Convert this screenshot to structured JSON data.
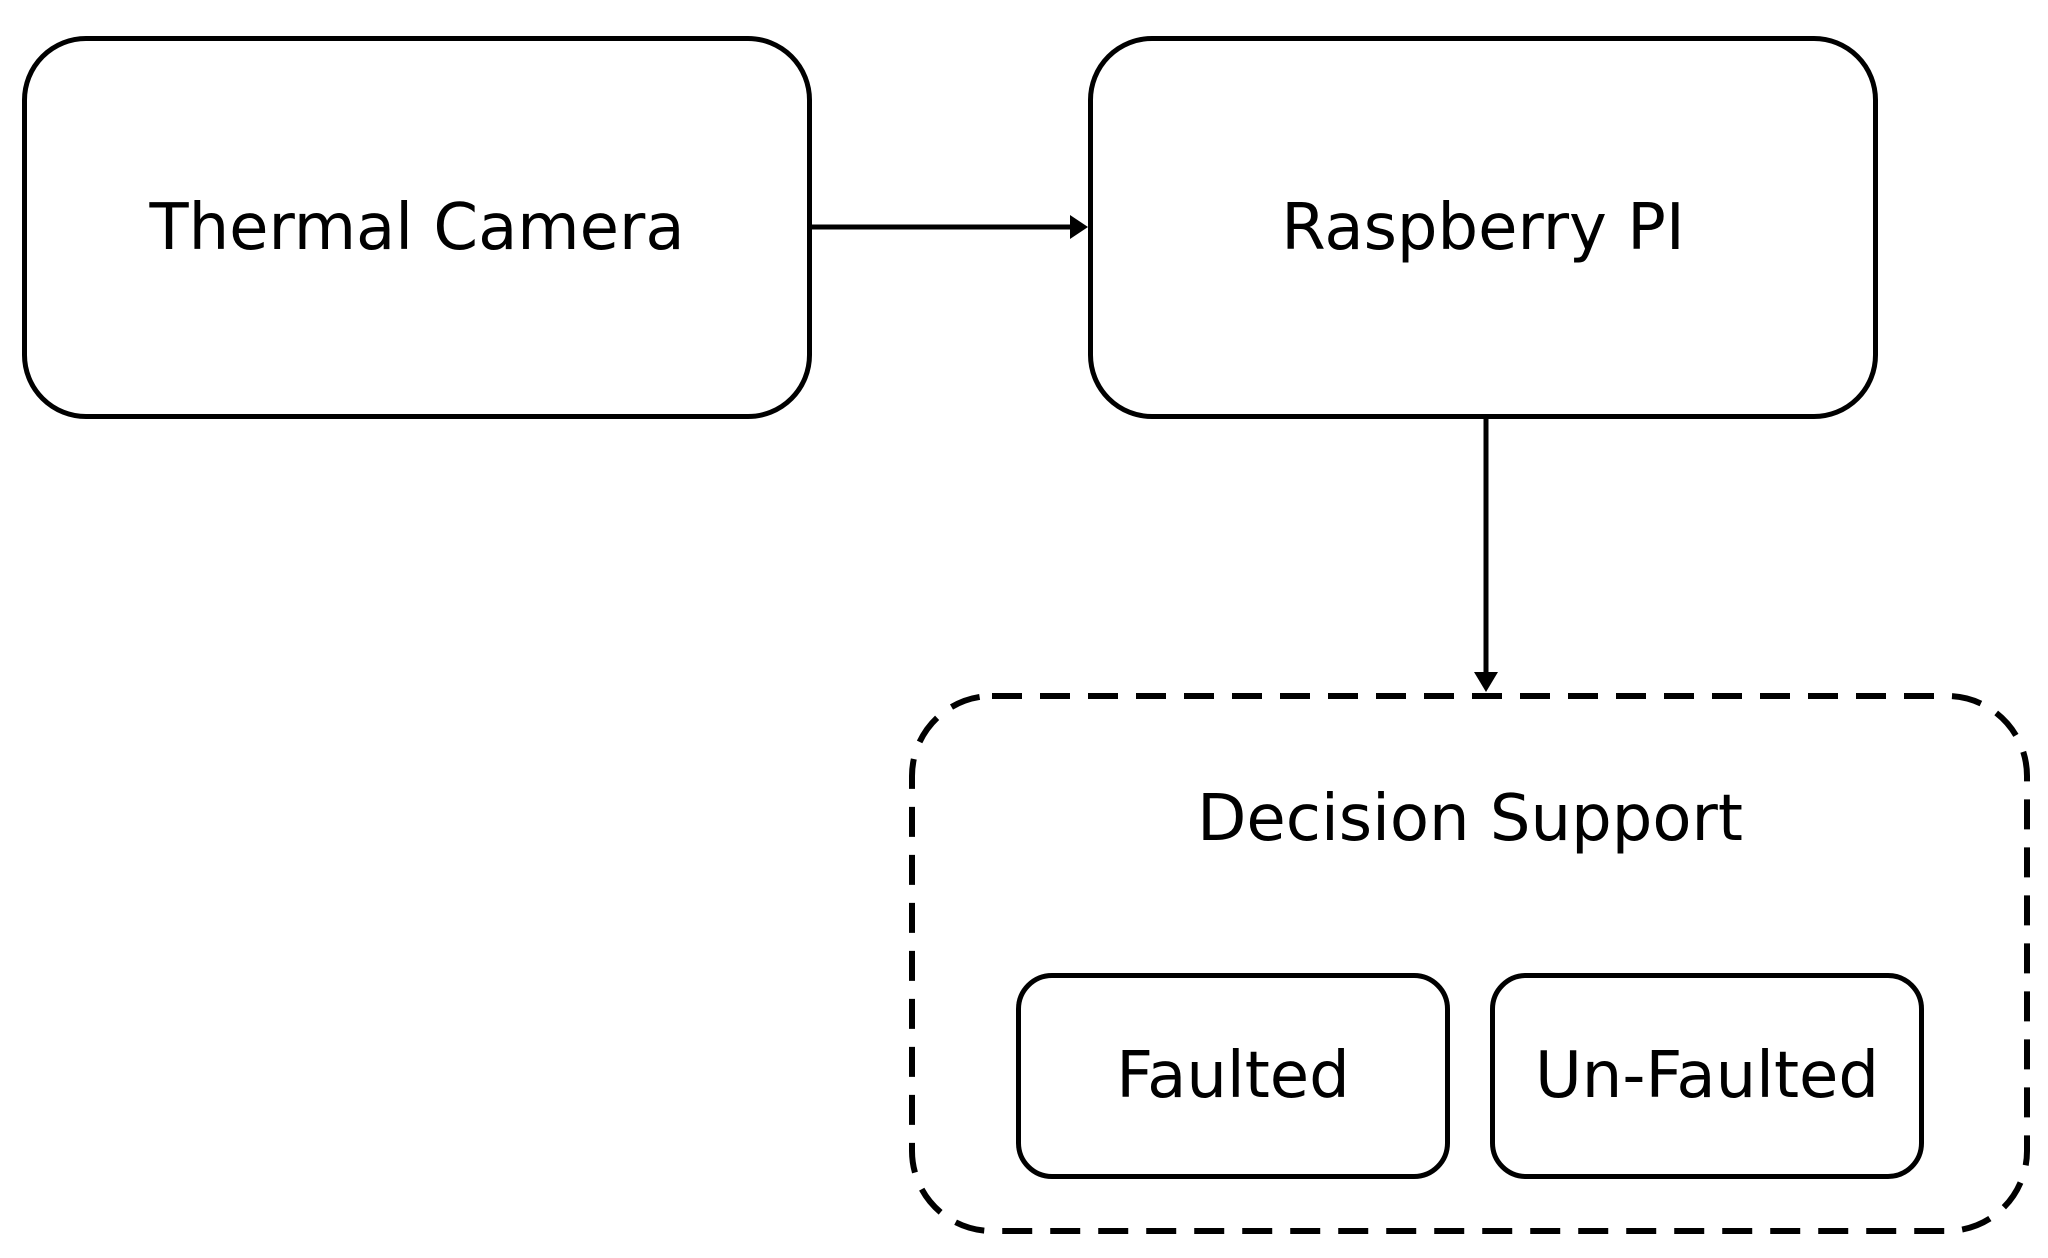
{
  "diagram": {
    "nodes": {
      "thermal_camera": "Thermal Camera",
      "raspberry_pi": "Raspberry PI",
      "decision_support": "Decision Support",
      "faulted": "Faulted",
      "un_faulted": "Un-Faulted"
    },
    "edges": [
      {
        "from": "thermal_camera",
        "to": "raspberry_pi"
      },
      {
        "from": "raspberry_pi",
        "to": "decision_support"
      }
    ],
    "colors": {
      "stroke": "#000000",
      "background": "#ffffff"
    }
  }
}
